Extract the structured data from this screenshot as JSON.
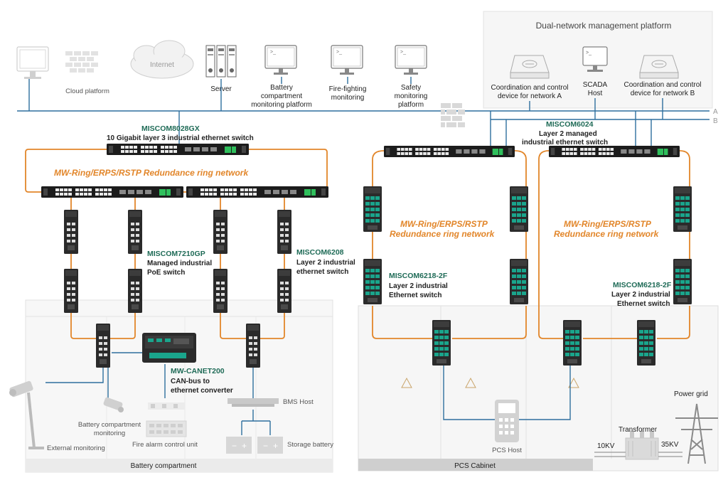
{
  "header": {
    "title": "Dual-network management platform"
  },
  "top": {
    "cloud_platform": "Cloud platform",
    "internet": "Internet",
    "server": "Server",
    "battery_monitoring": [
      "Battery",
      "compartment",
      "monitoring platform"
    ],
    "fire_monitoring": [
      "Fire-fighting",
      "monitoring"
    ],
    "safety_monitoring": [
      "Safety",
      "monitoring",
      "platform"
    ]
  },
  "mgmt": {
    "device_a": [
      "Coordination and control",
      "device for network A"
    ],
    "scada": [
      "SCADA",
      "Host"
    ],
    "device_b": [
      "Coordination and control",
      "device for network B"
    ]
  },
  "bus": {
    "a": "A",
    "b": "B"
  },
  "switches": {
    "core_model": "MISCOM8028GX",
    "core_desc": "10 Gigabit layer 3  industrial ethernet switch",
    "m6024_model": "MISCOM6024",
    "m6024_desc": [
      "Layer 2 managed",
      "industrial ethernet switch"
    ],
    "m7210_model": "MISCOM7210GP",
    "m7210_desc": [
      "Managed industrial",
      "PoE switch"
    ],
    "m6208_model": "MISCOM6208",
    "m6208_desc": [
      "Layer 2 industrial",
      "ethernet switch"
    ],
    "m6218_model": "MISCOM6218-2F",
    "m6218_desc": [
      "Layer 2 industrial",
      "Ethernet switch"
    ],
    "canet_model": "MW-CANET200",
    "canet_desc": [
      "CAN-bus to",
      "ethernet converter"
    ]
  },
  "rings": {
    "left": "MW-Ring/ERPS/RSTP Redundance ring network",
    "mid": [
      "MW-Ring/ERPS/RSTP",
      "Redundance ring network"
    ],
    "right": [
      "MW-Ring/ERPS/RSTP",
      "Redundance ring network"
    ]
  },
  "bottom": {
    "bms_host": "BMS Host",
    "battery_cam": [
      "Battery compartment",
      "monitoring"
    ],
    "external": "External monitoring",
    "fire_alarm": "Fire alarm control unit",
    "storage": "Storage battery",
    "battery_compartment": "Battery compartment",
    "pcs_host": "PCS Host",
    "pcs_cabinet": "PCS Cabinet",
    "power_grid": "Power grid",
    "transformer": "Transformer",
    "v10": "10KV",
    "v35": "35KV"
  },
  "colors": {
    "ring": "#e2862a",
    "link": "#2e6f9e",
    "model": "#1f6b57",
    "switch_green": "#1aa58c"
  }
}
